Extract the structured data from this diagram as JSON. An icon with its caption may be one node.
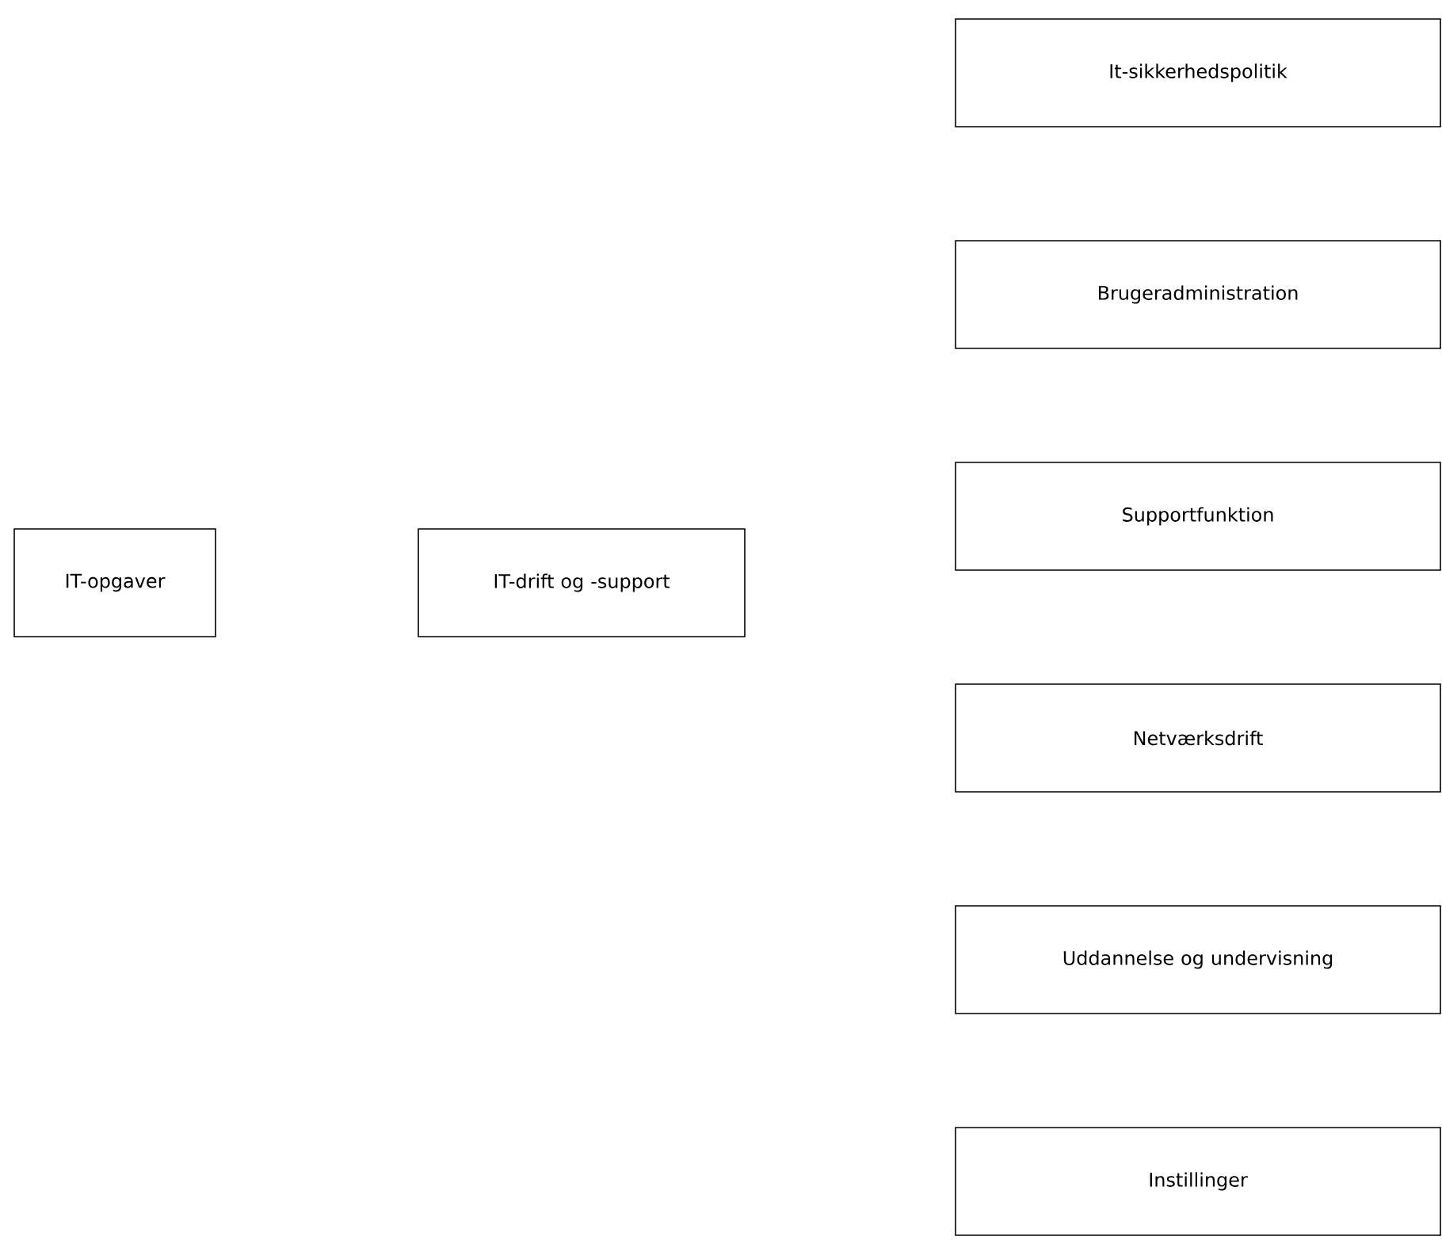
{
  "diagram": {
    "nodes": [
      {
        "text": [
          "IT-opgaver"
        ]
      },
      {
        "text": [
          "IT-drift og -support"
        ]
      },
      {
        "text": [
          "It-sikkerhedspolitik"
        ]
      },
      {
        "text": [
          "Brugeradministration"
        ]
      },
      {
        "text": [
          "Supportfunktion"
        ]
      },
      {
        "text": [
          "Netværksdrift"
        ]
      },
      {
        "text": [
          "Uddannelse og undervisning"
        ]
      },
      {
        "text": [
          "Instillinger"
        ]
      }
    ]
  }
}
